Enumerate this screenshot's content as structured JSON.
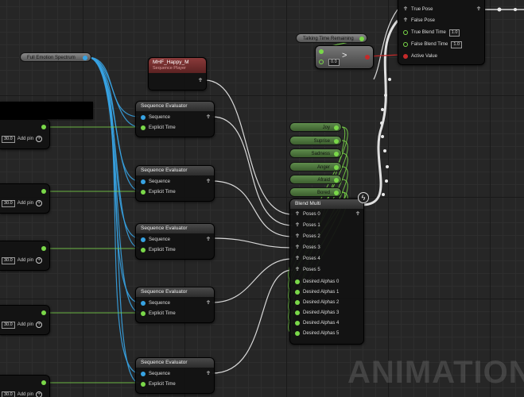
{
  "nodes": {
    "full_emotion": "Full Emotion Spectrum",
    "talking_time": "Talking Time Remaining",
    "greater_op": ">",
    "greater_value": "0.0",
    "seq_player": {
      "title": "MHF_Happy_M",
      "subtitle": "Sequence Player"
    },
    "seq_eval": {
      "title": "Sequence Evaluator",
      "pin_sequence": "Sequence",
      "pin_time": "Explicit Time"
    },
    "blend_pose": {
      "true_pose": "True Pose",
      "false_pose": "False Pose",
      "true_blend": "True Blend Time",
      "true_blend_val": "1.0",
      "false_blend": "False Blend Time",
      "false_blend_val": "1.0",
      "active": "Active Value"
    },
    "emotions": [
      "Joy",
      "Suprise",
      "Sadness",
      "Anger",
      "Afraid",
      "Bored"
    ],
    "blend_multi": {
      "title": "Blend Multi",
      "poses": [
        "Poses 0",
        "Poses 1",
        "Poses 2",
        "Poses 3",
        "Poses 4",
        "Poses 5"
      ],
      "alphas": [
        "Desired Alphas 0",
        "Desired Alphas 1",
        "Desired Alphas 2",
        "Desired Alphas 3",
        "Desired Alphas 4",
        "Desired Alphas 5"
      ]
    },
    "add_pin": {
      "label": "Add pin",
      "value": "30.0"
    }
  },
  "watermark": "ANIMATION",
  "colors": {
    "exec_blue": "#37a3e3",
    "float_green": "#7ad849",
    "bool_red": "#c52a2a",
    "wire_white": "#d8d8d8"
  }
}
